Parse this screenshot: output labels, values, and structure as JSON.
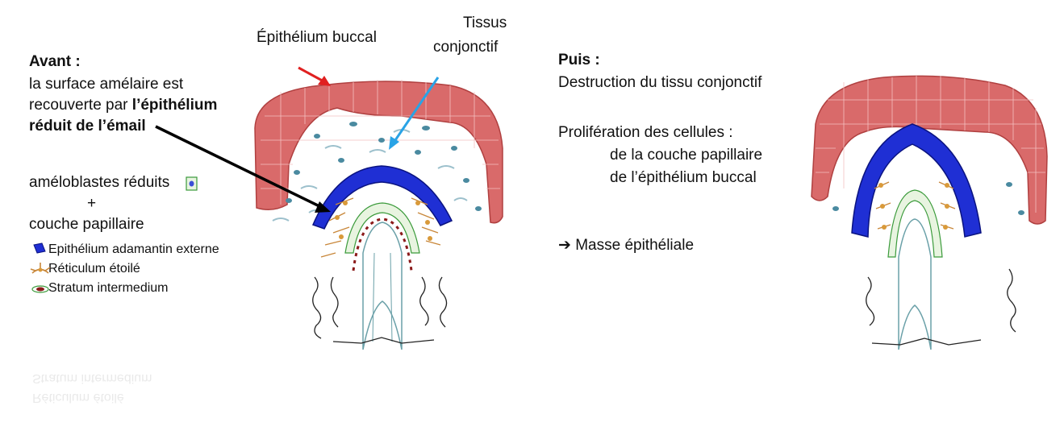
{
  "left_slide": {
    "title": "Avant :",
    "line1": "la surface amélaire est",
    "line2_prefix": "recouverte par ",
    "line2_bold": "l’épithélium",
    "line3_bold": "réduit de l’émail",
    "cells_label": "améloblastes réduits",
    "plus": "+",
    "papillary_label": "couche papillaire",
    "legend": [
      {
        "label": "Epithélium adamantin externe",
        "color": "#1f2fd4"
      },
      {
        "label": "Réticulum étoilé",
        "color": "#c8873a"
      },
      {
        "label": "Stratum intermedium",
        "color": "#8b1a1a"
      }
    ],
    "annotation_buccal": "Épithélium buccal",
    "annotation_tissus_1": "Tissus",
    "annotation_tissus_2": "conjonctif"
  },
  "right_slide": {
    "title": "Puis :",
    "line1": "Destruction du tissu conjonctif",
    "line2": "Prolifération des cellules :",
    "line3": "de la couche papillaire",
    "line4": "de l’épithélium buccal",
    "arrow_glyph": "➔",
    "line5": "Masse épithéliale"
  },
  "colors": {
    "buccal_epithelium": "#d96a6a",
    "outer_enamel_epithelium": "#1f2fd4",
    "stellate_reticulum": "#c8873a",
    "stratum_intermedium": "#8b1a1a",
    "connective_cells": "#4a8aa0",
    "arrow_red": "#e02020",
    "arrow_blue": "#29a3e6",
    "arrow_black": "#000000"
  }
}
